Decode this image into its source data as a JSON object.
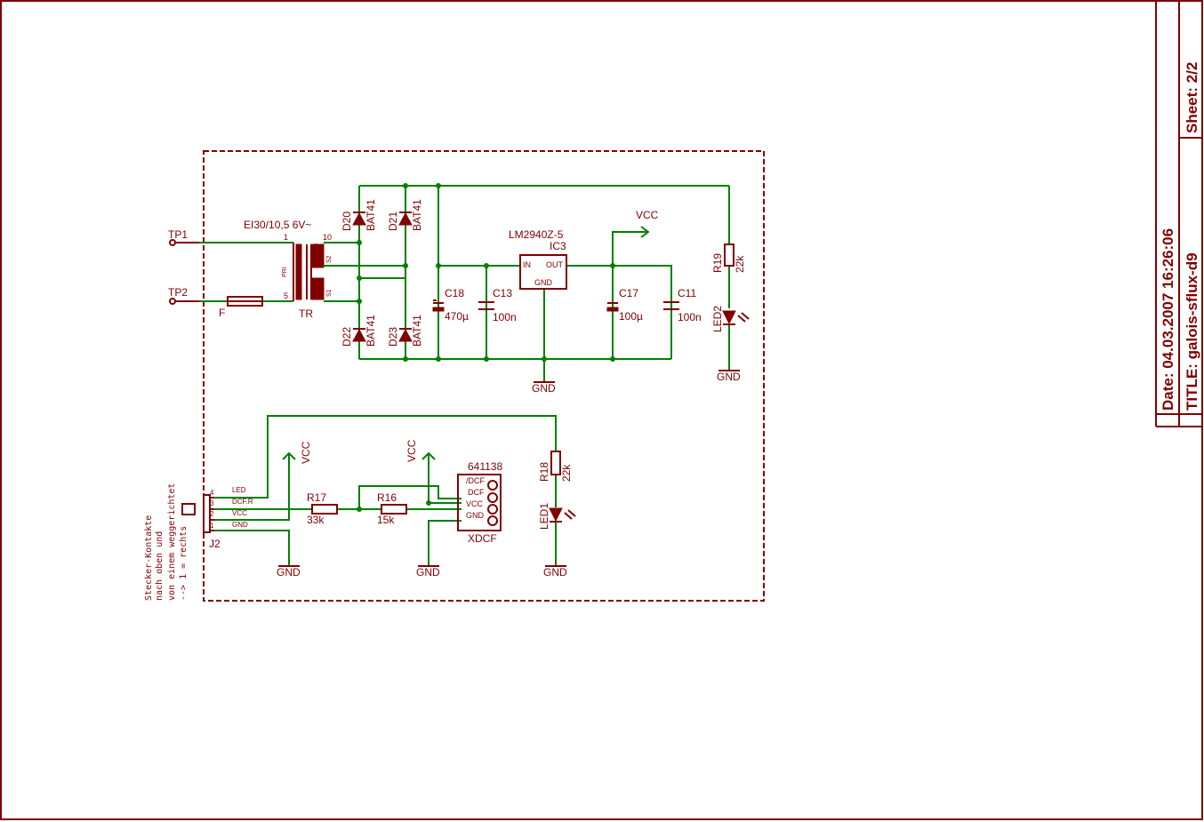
{
  "title_block": {
    "date": "Date: 04.03.2007 16:26:06",
    "title": "TITLE:   galois-sflux-d9",
    "sheet": "Sheet: 2/2"
  },
  "power": {
    "tp1": "TP1",
    "tp2": "TP2",
    "transformer_value": "EI30/10,5  6V~",
    "transformer_name": "TR",
    "tr_pin1": "1",
    "tr_pin5": "5",
    "tr_pin10": "10",
    "tr_pri": "PRI",
    "tr_s1": "S1",
    "tr_s2": "S2",
    "fuse": "F",
    "d20": "D20",
    "d21": "D21",
    "d22": "D22",
    "d23": "D23",
    "bat": "BAT41",
    "ic_type": "LM2940Z-5",
    "ic_name": "IC3",
    "ic_in": "IN",
    "ic_out": "OUT",
    "ic_gnd": "GND",
    "c18": "C18",
    "c18_val": "470µ",
    "c13": "C13",
    "c13_val": "100n",
    "c17": "C17",
    "c17_val": "100µ",
    "c11": "C11",
    "c11_val": "100n",
    "vcc": "VCC",
    "gnd": "GND",
    "r19": "R19",
    "r19_val": "22k",
    "led2": "LED2"
  },
  "connector": {
    "note1": "Stecker-Kontakte",
    "note2": "nach oben und",
    "note3": "von einem weggerichtet",
    "note4": "--> 1 = rechts",
    "j2": "J2",
    "pin4": "4",
    "pin3": "3",
    "pin2": "2",
    "pin1": "1",
    "sig_led": "LED",
    "sig_dcfr": "DCF.R",
    "sig_vcc": "VCC",
    "sig_gnd": "GND",
    "r17": "R17",
    "r17_val": "33k",
    "r16": "R16",
    "r16_val": "15k",
    "xdcf_type": "641138",
    "xdcf": "XDCF",
    "x_ndcf": "/DCF",
    "x_dcf": "DCF",
    "x_vcc": "VCC",
    "x_gnd": "GND",
    "r18": "R18",
    "r18_val": "22k",
    "led1": "LED1",
    "vcc": "VCC",
    "gnd": "GND"
  },
  "colors": {
    "wire": "#008000",
    "part": "#800000",
    "background": "#ffffff"
  }
}
